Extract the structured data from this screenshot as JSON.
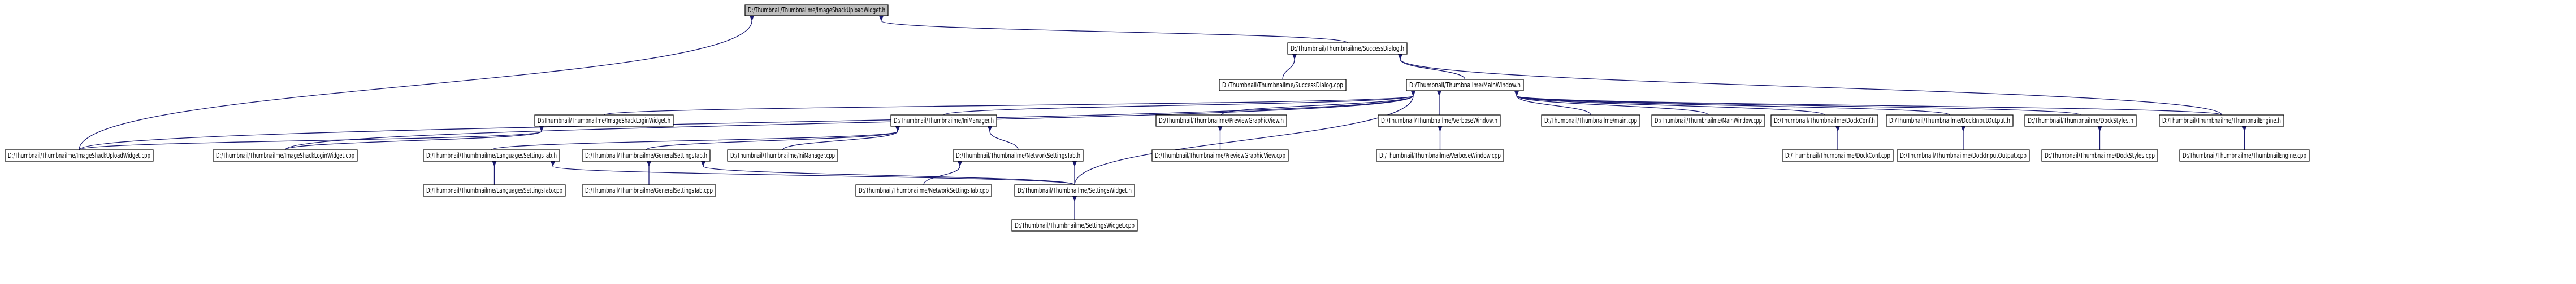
{
  "diagram": {
    "type": "include-dependency-graph",
    "colors": {
      "edge": "#191970",
      "root_fill": "#bfbfbf",
      "node_fill": "#ffffff",
      "node_border": "#000000"
    },
    "nodes": [
      {
        "id": "imageshack_upload_widget_h",
        "label": "D:/Thumbnail/Thumbnailme/ImageShackUploadWidget.h",
        "root": true
      },
      {
        "id": "success_dialog_h",
        "label": "D:/Thumbnail/Thumbnailme/SuccessDialog.h"
      },
      {
        "id": "success_dialog_cpp",
        "label": "D:/Thumbnail/Thumbnailme/SuccessDialog.cpp"
      },
      {
        "id": "main_window_h",
        "label": "D:/Thumbnail/Thumbnailme/MainWindow.h"
      },
      {
        "id": "imageshack_login_widget_h",
        "label": "D:/Thumbnail/Thumbnailme/ImageShackLoginWidget.h"
      },
      {
        "id": "ini_manager_h",
        "label": "D:/Thumbnail/Thumbnailme/IniManager.h"
      },
      {
        "id": "preview_graphic_view_h",
        "label": "D:/Thumbnail/Thumbnailme/PreviewGraphicView.h"
      },
      {
        "id": "verbose_window_h",
        "label": "D:/Thumbnail/Thumbnailme/VerboseWindow.h"
      },
      {
        "id": "main_cpp",
        "label": "D:/Thumbnail/Thumbnailme/main.cpp"
      },
      {
        "id": "main_window_cpp",
        "label": "D:/Thumbnail/Thumbnailme/MainWindow.cpp"
      },
      {
        "id": "dock_conf_h",
        "label": "D:/Thumbnail/Thumbnailme/DockConf.h"
      },
      {
        "id": "dock_input_output_h",
        "label": "D:/Thumbnail/Thumbnailme/DockInputOutput.h"
      },
      {
        "id": "dock_styles_h",
        "label": "D:/Thumbnail/Thumbnailme/DockStyles.h"
      },
      {
        "id": "thumbnail_engine_h",
        "label": "D:/Thumbnail/Thumbnailme/ThumbnailEngine.h"
      },
      {
        "id": "imageshack_upload_widget_cpp",
        "label": "D:/Thumbnail/Thumbnailme/ImageShackUploadWidget.cpp"
      },
      {
        "id": "imageshack_login_widget_cpp",
        "label": "D:/Thumbnail/Thumbnailme/ImageShackLoginWidget.cpp"
      },
      {
        "id": "languages_settings_tab_h",
        "label": "D:/Thumbnail/Thumbnailme/LanguagesSettingsTab.h"
      },
      {
        "id": "general_settings_tab_h",
        "label": "D:/Thumbnail/Thumbnailme/GeneralSettingsTab.h"
      },
      {
        "id": "ini_manager_cpp",
        "label": "D:/Thumbnail/Thumbnailme/IniManager.cpp"
      },
      {
        "id": "network_settings_tab_h",
        "label": "D:/Thumbnail/Thumbnailme/NetworkSettingsTab.h"
      },
      {
        "id": "preview_graphic_view_cpp",
        "label": "D:/Thumbnail/Thumbnailme/PreviewGraphicView.cpp"
      },
      {
        "id": "verbose_window_cpp",
        "label": "D:/Thumbnail/Thumbnailme/VerboseWindow.cpp"
      },
      {
        "id": "dock_conf_cpp",
        "label": "D:/Thumbnail/Thumbnailme/DockConf.cpp"
      },
      {
        "id": "dock_input_output_cpp",
        "label": "D:/Thumbnail/Thumbnailme/DockInputOutput.cpp"
      },
      {
        "id": "dock_styles_cpp",
        "label": "D:/Thumbnail/Thumbnailme/DockStyles.cpp"
      },
      {
        "id": "thumbnail_engine_cpp",
        "label": "D:/Thumbnail/Thumbnailme/ThumbnailEngine.cpp"
      },
      {
        "id": "languages_settings_tab_cpp",
        "label": "D:/Thumbnail/Thumbnailme/LanguagesSettingsTab.cpp"
      },
      {
        "id": "general_settings_tab_cpp",
        "label": "D:/Thumbnail/Thumbnailme/GeneralSettingsTab.cpp"
      },
      {
        "id": "network_settings_tab_cpp",
        "label": "D:/Thumbnail/Thumbnailme/NetworkSettingsTab.cpp"
      },
      {
        "id": "settings_widget_h",
        "label": "D:/Thumbnail/Thumbnailme/SettingsWidget.h"
      },
      {
        "id": "settings_widget_cpp",
        "label": "D:/Thumbnail/Thumbnailme/SettingsWidget.cpp"
      }
    ],
    "edges": [
      {
        "from": "imageshack_upload_widget_h",
        "to": "success_dialog_h"
      },
      {
        "from": "imageshack_upload_widget_h",
        "to": "imageshack_upload_widget_cpp"
      },
      {
        "from": "success_dialog_h",
        "to": "success_dialog_cpp"
      },
      {
        "from": "success_dialog_h",
        "to": "main_window_h"
      },
      {
        "from": "success_dialog_h",
        "to": "thumbnail_engine_h"
      },
      {
        "from": "main_window_h",
        "to": "imageshack_login_widget_h"
      },
      {
        "from": "main_window_h",
        "to": "ini_manager_h"
      },
      {
        "from": "main_window_h",
        "to": "preview_graphic_view_h"
      },
      {
        "from": "main_window_h",
        "to": "verbose_window_h"
      },
      {
        "from": "main_window_h",
        "to": "main_cpp"
      },
      {
        "from": "main_window_h",
        "to": "main_window_cpp"
      },
      {
        "from": "main_window_h",
        "to": "dock_conf_h"
      },
      {
        "from": "main_window_h",
        "to": "dock_input_output_h"
      },
      {
        "from": "main_window_h",
        "to": "dock_styles_h"
      },
      {
        "from": "main_window_h",
        "to": "thumbnail_engine_h"
      },
      {
        "from": "main_window_h",
        "to": "imageshack_upload_widget_cpp"
      },
      {
        "from": "main_window_h",
        "to": "imageshack_login_widget_cpp"
      },
      {
        "from": "main_window_h",
        "to": "settings_widget_h"
      },
      {
        "from": "imageshack_login_widget_h",
        "to": "imageshack_upload_widget_cpp"
      },
      {
        "from": "imageshack_login_widget_h",
        "to": "imageshack_login_widget_cpp"
      },
      {
        "from": "ini_manager_h",
        "to": "languages_settings_tab_h"
      },
      {
        "from": "ini_manager_h",
        "to": "general_settings_tab_h"
      },
      {
        "from": "ini_manager_h",
        "to": "ini_manager_cpp"
      },
      {
        "from": "ini_manager_h",
        "to": "network_settings_tab_h"
      },
      {
        "from": "preview_graphic_view_h",
        "to": "preview_graphic_view_cpp"
      },
      {
        "from": "verbose_window_h",
        "to": "verbose_window_cpp"
      },
      {
        "from": "dock_conf_h",
        "to": "dock_conf_cpp"
      },
      {
        "from": "dock_input_output_h",
        "to": "dock_input_output_cpp"
      },
      {
        "from": "dock_styles_h",
        "to": "dock_styles_cpp"
      },
      {
        "from": "thumbnail_engine_h",
        "to": "thumbnail_engine_cpp"
      },
      {
        "from": "languages_settings_tab_h",
        "to": "languages_settings_tab_cpp"
      },
      {
        "from": "languages_settings_tab_h",
        "to": "settings_widget_h"
      },
      {
        "from": "general_settings_tab_h",
        "to": "general_settings_tab_cpp"
      },
      {
        "from": "general_settings_tab_h",
        "to": "settings_widget_h"
      },
      {
        "from": "network_settings_tab_h",
        "to": "network_settings_tab_cpp"
      },
      {
        "from": "network_settings_tab_h",
        "to": "settings_widget_h"
      },
      {
        "from": "settings_widget_h",
        "to": "settings_widget_cpp"
      }
    ]
  }
}
